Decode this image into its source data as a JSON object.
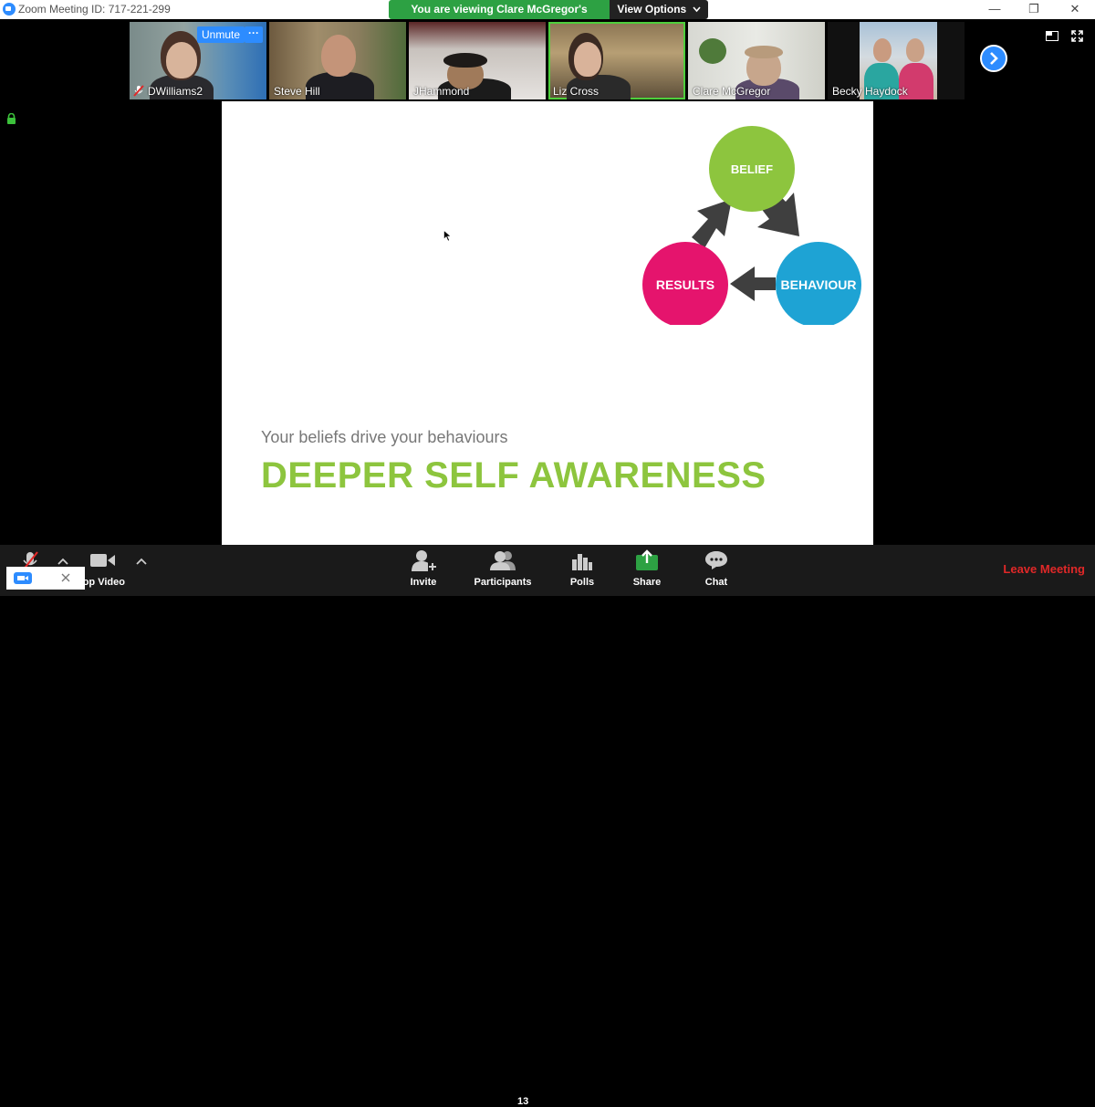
{
  "window": {
    "title": "Zoom Meeting ID: 717-221-299",
    "controls": [
      "—",
      "❐",
      "✕"
    ]
  },
  "banner": {
    "viewing": "You are viewing Clare McGregor's screen",
    "view_options": "View Options"
  },
  "thumbnails": [
    {
      "name": "DWilliams2",
      "muted": true,
      "unmute": "Unmute",
      "more": "···"
    },
    {
      "name": "Steve Hill"
    },
    {
      "name": "JHammond"
    },
    {
      "name": "Liz Cross",
      "active": true
    },
    {
      "name": "Clare McGregor"
    },
    {
      "name": "Becky Haydock"
    }
  ],
  "slide": {
    "cycle": {
      "belief": "BELIEF",
      "behaviour": "BEHAVIOUR",
      "results": "RESULTS",
      "colors": {
        "belief": "#8dc53e",
        "behaviour": "#1ea3d4",
        "results": "#e5146d",
        "arrow": "#3f3f3f"
      }
    },
    "subtitle": "Your beliefs drive your behaviours",
    "headline": "DEEPER SELF AWARENESS"
  },
  "toolbar": {
    "stop_video": "top Video",
    "invite": "Invite",
    "participants": "Participants",
    "participants_count": "13",
    "polls": "Polls",
    "share": "Share",
    "chat": "Chat",
    "leave": "Leave Meeting"
  },
  "accent": "#2d8cff"
}
